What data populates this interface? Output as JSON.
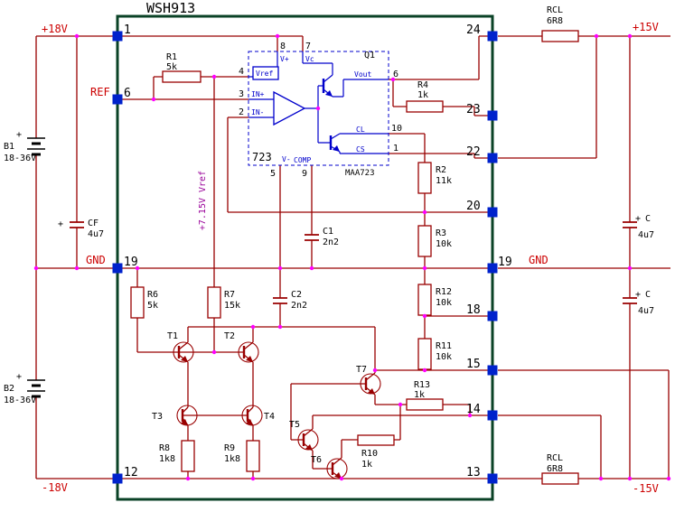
{
  "title": "WSH913",
  "rails": {
    "p18": "+18V",
    "m18": "-18V",
    "p15": "+15V",
    "m15": "-15V",
    "gnd_left": "GND",
    "gnd_right": "GND",
    "ref": "REF",
    "vref_note": "+7.15V Vref",
    "plus": "+"
  },
  "pins_left": [
    "1",
    "6",
    "19",
    "12"
  ],
  "pins_right": [
    "24",
    "23",
    "22",
    "20",
    "19",
    "18",
    "15",
    "14",
    "13"
  ],
  "batteries": {
    "b1": {
      "name": "B1",
      "value": "18-36V"
    },
    "b2": {
      "name": "B2",
      "value": "18-36V"
    }
  },
  "resistors": {
    "r1": {
      "n": "R1",
      "v": "5k"
    },
    "r2": {
      "n": "R2",
      "v": "11k"
    },
    "r3": {
      "n": "R3",
      "v": "10k"
    },
    "r4": {
      "n": "R4",
      "v": "1k"
    },
    "r6": {
      "n": "R6",
      "v": "5k"
    },
    "r7": {
      "n": "R7",
      "v": "15k"
    },
    "r8": {
      "n": "R8",
      "v": "1k8"
    },
    "r9": {
      "n": "R9",
      "v": "1k8"
    },
    "r10": {
      "n": "R10",
      "v": "1k"
    },
    "r11": {
      "n": "R11",
      "v": "10k"
    },
    "r12": {
      "n": "R12",
      "v": "10k"
    },
    "r13": {
      "n": "R13",
      "v": "1k"
    },
    "rcl_top": {
      "n": "RCL",
      "v": "6R8"
    },
    "rcl_bot": {
      "n": "RCL",
      "v": "6R8"
    }
  },
  "capacitors": {
    "cf": {
      "n": "CF",
      "v": "4u7"
    },
    "c1": {
      "n": "C1",
      "v": "2n2"
    },
    "c2": {
      "n": "C2",
      "v": "2n2"
    },
    "ctop": {
      "n": "C",
      "v": "4u7"
    },
    "cbot": {
      "n": "C",
      "v": "4u7"
    }
  },
  "transistors": {
    "q1": "Q1",
    "t1": "T1",
    "t2": "T2",
    "t3": "T3",
    "t4": "T4",
    "t5": "T5",
    "t6": "T6",
    "t7": "T7"
  },
  "ic": {
    "name": "723",
    "part": "MAA723",
    "vref_block": "Vref",
    "labels": {
      "vplus": "V+",
      "vc": "Vc",
      "inp": "IN+",
      "inn": "IN-",
      "vout": "Vout",
      "cl": "CL",
      "cs": "CS",
      "vminus": "V-",
      "comp": "COMP"
    },
    "nums": {
      "n8": "8",
      "n7": "7",
      "n4": "4",
      "n3": "3",
      "n2": "2",
      "n6": "6",
      "n10": "10",
      "n1": "1",
      "n5": "5",
      "n9": "9"
    }
  }
}
